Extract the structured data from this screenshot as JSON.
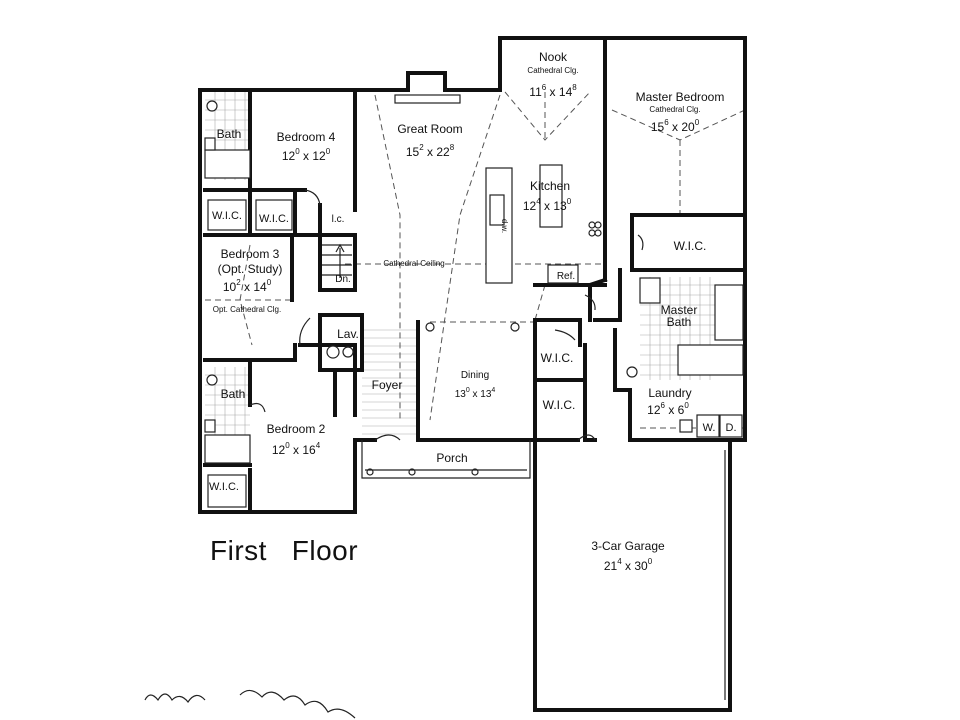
{
  "floor_title": "First   Floor",
  "rooms": {
    "nook": {
      "name": "Nook",
      "note": "Cathedral Clg.",
      "dim": {
        "a": "11",
        "a_in": "6",
        "b": "14",
        "b_in": "8"
      }
    },
    "master_bedroom": {
      "name": "Master Bedroom",
      "note": "Cathedral Clg.",
      "dim": {
        "a": "15",
        "a_in": "6",
        "b": "20",
        "b_in": "0"
      }
    },
    "great_room": {
      "name": "Great Room",
      "dim": {
        "a": "15",
        "a_in": "2",
        "b": "22",
        "b_in": "8"
      }
    },
    "bedroom4": {
      "name": "Bedroom 4",
      "dim": {
        "a": "12",
        "a_in": "0",
        "b": "12",
        "b_in": "0"
      }
    },
    "kitchen": {
      "name": "Kitchen",
      "dim": {
        "a": "12",
        "a_in": "4",
        "b": "13",
        "b_in": "0"
      }
    },
    "bedroom3": {
      "name": "Bedroom 3",
      "sub": "(Opt. Study)",
      "note": "Opt. Cathedral Clg.",
      "dim": {
        "a": "10",
        "a_in": "2",
        "b": "14",
        "b_in": "0"
      }
    },
    "dining": {
      "name": "Dining",
      "dim": {
        "a": "13",
        "a_in": "0",
        "b": "13",
        "b_in": "4"
      }
    },
    "laundry": {
      "name": "Laundry",
      "dim": {
        "a": "12",
        "a_in": "6",
        "b": "6",
        "b_in": "0"
      }
    },
    "bedroom2": {
      "name": "Bedroom 2",
      "dim": {
        "a": "12",
        "a_in": "0",
        "b": "16",
        "b_in": "4"
      }
    },
    "garage": {
      "name": "3-Car Garage",
      "dim": {
        "a": "21",
        "a_in": "4",
        "b": "30",
        "b_in": "0"
      }
    }
  },
  "labels": {
    "bath_upper": "Bath",
    "bath_lower": "Bath",
    "wic_b4_left": "W.I.C.",
    "wic_b4_right": "W.I.C.",
    "lc": "l.c.",
    "dn": "Dn.",
    "cathedral_ceiling": "Cathedral Ceiling",
    "dw": "d.w.",
    "ref": "Ref.",
    "wic_master": "W.I.C.",
    "master_bath_1": "Master",
    "master_bath_2": "Bath",
    "lav": "Lav.",
    "foyer": "Foyer",
    "wic_hall_upper": "W.I.C.",
    "wic_hall_lower": "W.I.C.",
    "washer": "W.",
    "dryer": "D.",
    "porch": "Porch",
    "wic_b2": "W.I.C."
  },
  "dim_separator": "x"
}
